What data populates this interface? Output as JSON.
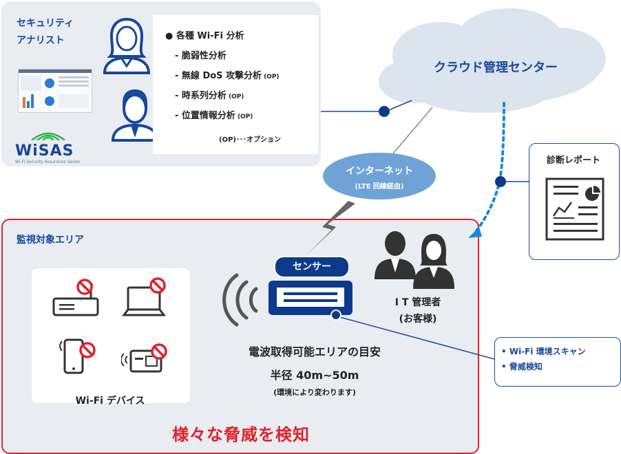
{
  "analyst": {
    "title_line1": "セキュリティ",
    "title_line2": "アナリスト",
    "items": [
      "各種 Wi-Fi 分析",
      "脆弱性分析",
      "無線 DoS 攻撃分析",
      "時系列分析",
      "位置情報分析"
    ],
    "bullet": "●",
    "dash": "- ",
    "op_tag": "(OP)",
    "op_note": "(OP)･･･オプション"
  },
  "wisas": {
    "logo": "WiSAS",
    "tagline": "Wi-Fi Security Assurance Series"
  },
  "cloud": {
    "label": "クラウド管理センター"
  },
  "internet": {
    "label": "インターネット",
    "sub": "(LTE 回線経由)"
  },
  "report": {
    "title": "診断レポート"
  },
  "monitor": {
    "title": "監視対象エリア",
    "device_label": "Wi-Fi デバイス",
    "threat_title": "様々な脅威を検知"
  },
  "sensor": {
    "label": "センサー",
    "range_title": "電波取得可能エリアの目安",
    "range_value": "半径 40m~50m",
    "range_note": "(環境により変わります)"
  },
  "it_admin": {
    "line1": "I T 管理者",
    "line2": "(お客様)"
  },
  "features": {
    "items": [
      "• Wi-Fi 環境スキャン",
      "• 脅威検知"
    ]
  },
  "colors": {
    "navy": "#17479e",
    "red": "#e0212b",
    "cloud": "#dce4ee",
    "bubble": "#6fa3d8",
    "panel": "#e9edf2"
  }
}
